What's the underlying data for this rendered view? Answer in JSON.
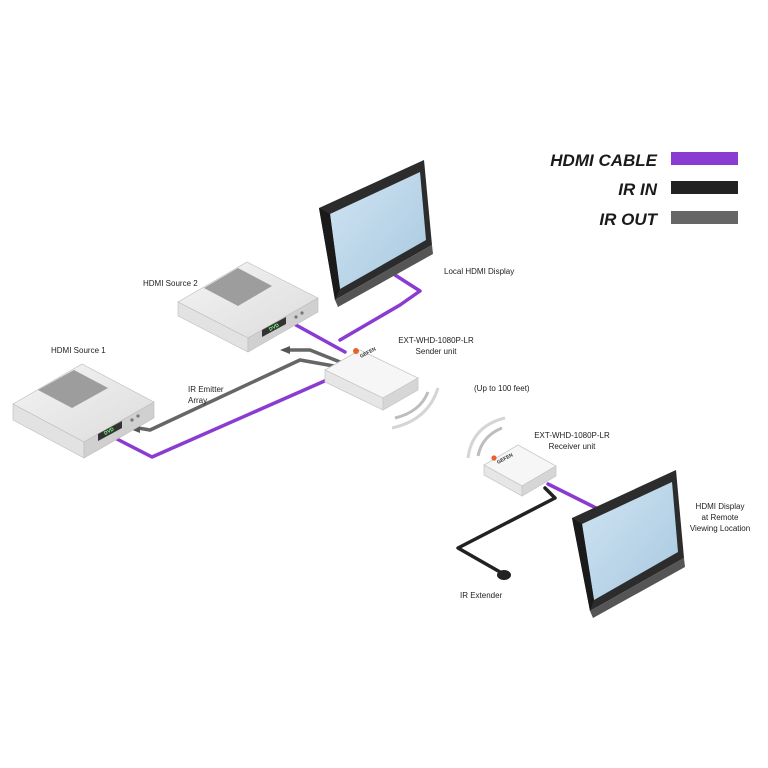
{
  "legend": {
    "hdmi_cable": {
      "label": "HDMI CABLE",
      "color": "#8a3bd1"
    },
    "ir_in": {
      "label": "IR IN",
      "color": "#222222"
    },
    "ir_out": {
      "label": "IR OUT",
      "color": "#666666"
    }
  },
  "labels": {
    "hdmi_source_2": "HDMI Source 2",
    "hdmi_source_1": "HDMI Source 1",
    "local_display": "Local HDMI Display",
    "sender_model": "EXT-WHD-1080P-LR",
    "sender_unit": "Sender unit",
    "ir_emitter_line1": "IR Emitter",
    "ir_emitter_line2": "Array",
    "range": "(Up to 100 feet)",
    "receiver_model": "EXT-WHD-1080P-LR",
    "receiver_unit": "Receiver unit",
    "remote_display_line1": "HDMI Display",
    "remote_display_line2": "at Remote",
    "remote_display_line3": "Viewing Location",
    "ir_extender": "IR Extender"
  },
  "devices": {
    "brand_sender": "GEFEN",
    "brand_receiver": "GEFEN",
    "source_display_1": "DVD",
    "source_display_2": "DVD"
  }
}
